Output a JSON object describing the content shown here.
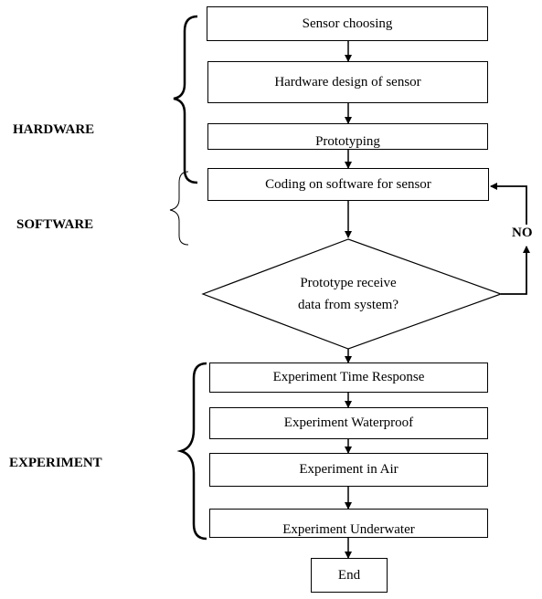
{
  "sections": {
    "hardware": "HARDWARE",
    "software": "SOFTWARE",
    "experiment": "EXPERIMENT"
  },
  "steps": {
    "sensor_choosing": "Sensor choosing",
    "hardware_design": "Hardware design of sensor",
    "prototyping": "Prototyping",
    "coding": "Coding on software for sensor",
    "time_response": "Experiment Time Response",
    "waterproof": "Experiment Waterproof",
    "in_air": "Experiment in Air",
    "underwater": "Experiment Underwater",
    "end": "End"
  },
  "decision": {
    "line1": "Prototype receive",
    "line2": "data from system?",
    "no_label": "NO"
  }
}
